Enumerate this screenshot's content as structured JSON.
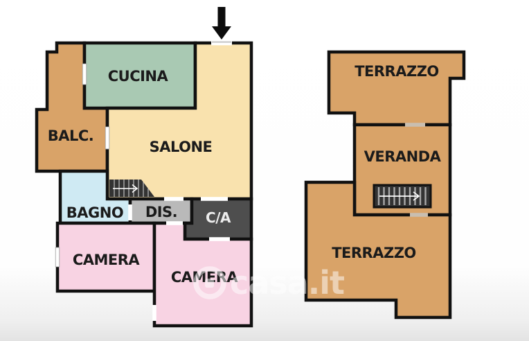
{
  "colors": {
    "wall": "#111111",
    "terrace": "#d9a368",
    "kitchen": "#a9c9b3",
    "living": "#f9e2ae",
    "bath": "#cfeaf3",
    "hall": "#b9b9b9",
    "closet": "#4e4e4e",
    "bedroom": "#f8d3e3",
    "stairs_dark": "#333333",
    "door_gap": "#c9beb0"
  },
  "floor_plan_left": {
    "rooms": {
      "cucina": {
        "label": "CUCINA"
      },
      "balcone": {
        "label": "BALC."
      },
      "salone": {
        "label": "SALONE"
      },
      "bagno": {
        "label": "BAGNO"
      },
      "disimpegno": {
        "label": "DIS."
      },
      "cabina_armadio": {
        "label": "C/A"
      },
      "camera_1": {
        "label": "CAMERA"
      },
      "camera_2": {
        "label": "CAMERA"
      }
    }
  },
  "floor_plan_right": {
    "rooms": {
      "terrazzo_top": {
        "label": "TERRAZZO"
      },
      "veranda": {
        "label": "VERANDA"
      },
      "terrazzo_bottom": {
        "label": "TERRAZZO"
      }
    }
  },
  "watermark": {
    "text": "casa.it"
  }
}
